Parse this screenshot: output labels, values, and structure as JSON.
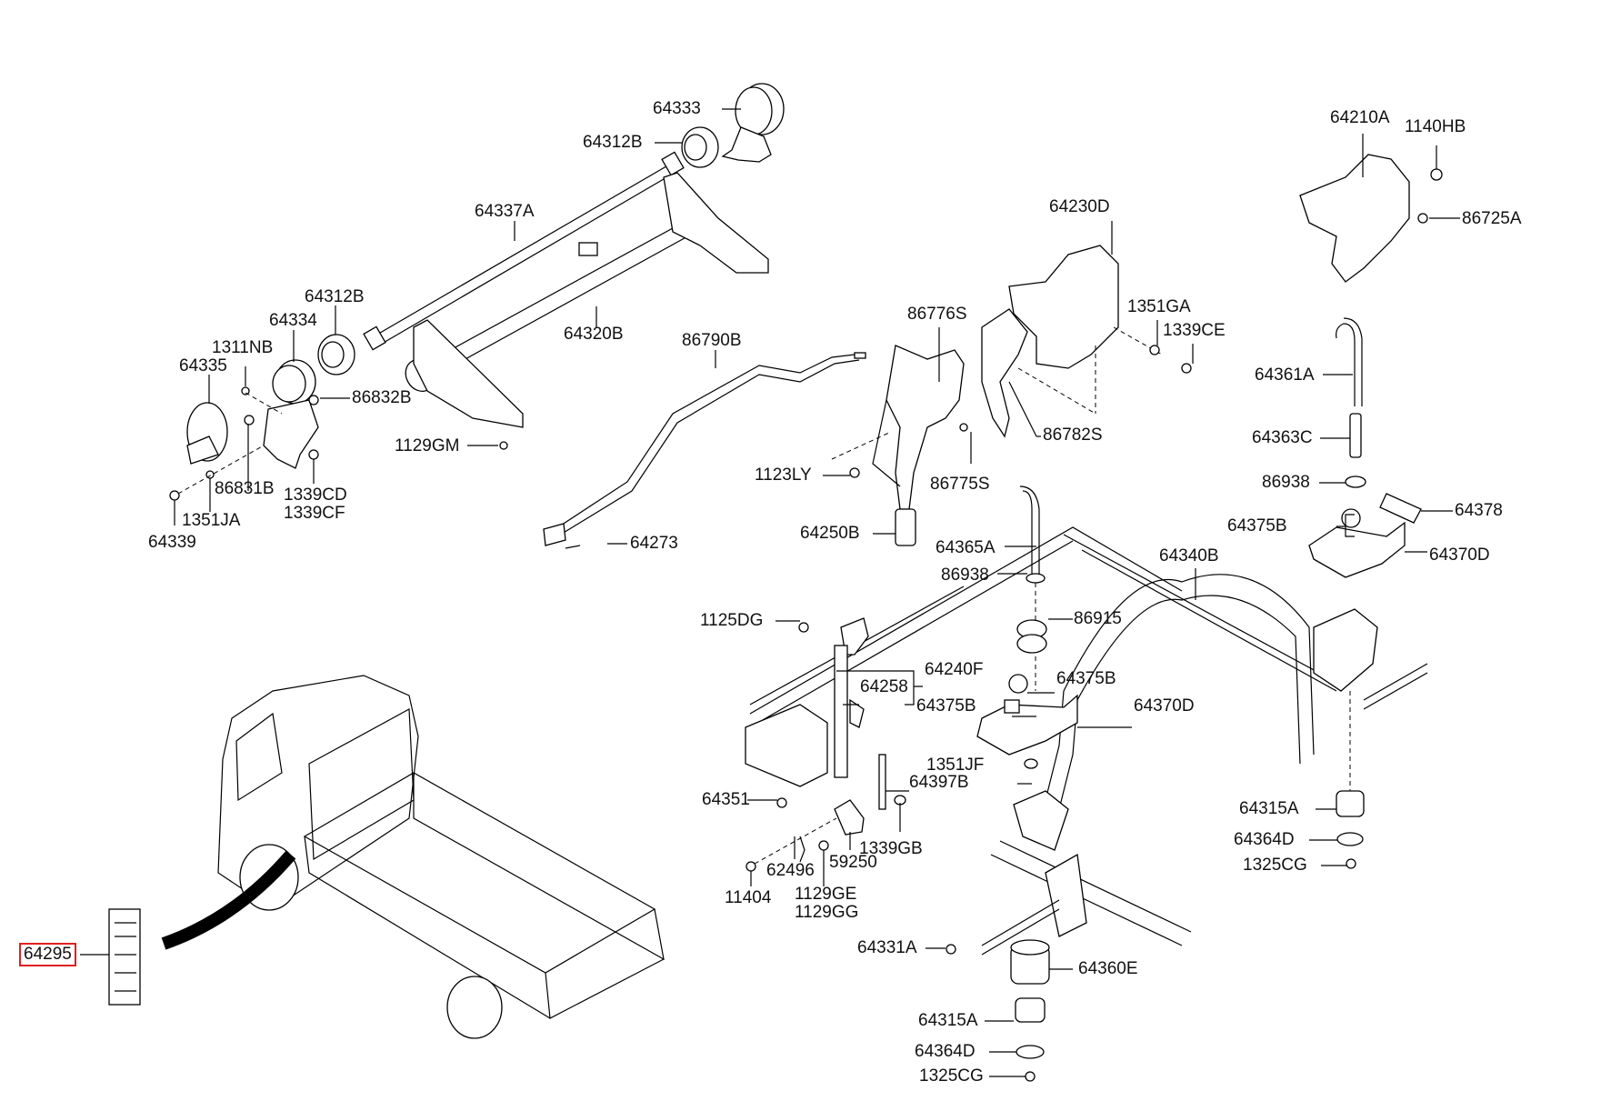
{
  "diagram": {
    "title": "Cab tilt / cab mounting parts diagram",
    "highlighted_part": "64295",
    "highlight_color": "#e02020",
    "groups": {
      "rear_cab_mount": [
        "64333",
        "64312B",
        "64337A",
        "64320B",
        "64312B",
        "64334",
        "1311NB",
        "64335",
        "86832B",
        "1129GM",
        "86831B",
        "1339CD",
        "1339CF",
        "1351JA",
        "64339"
      ],
      "tilt_rod": [
        "86790B",
        "64273"
      ],
      "tilt_lock": [
        "64230D",
        "86776S",
        "1351GA",
        "1339CE",
        "86782S",
        "1123LY",
        "86775S",
        "64250B"
      ],
      "front_lock": [
        "64210A",
        "1140HB",
        "86725A"
      ],
      "stopper": [
        "64361A",
        "64363C",
        "86938",
        "64375B",
        "64378",
        "64370D"
      ],
      "frame": [
        "64365A",
        "86938",
        "64340B",
        "86915",
        "1125DG",
        "64258",
        "64240F",
        "64375B",
        "64375B",
        "64370D",
        "1351JF",
        "64397B",
        "64351",
        "1339GB",
        "62496",
        "59250",
        "11404",
        "1129GE",
        "1129GG",
        "64331A",
        "64360E",
        "64315A",
        "64364D",
        "1325CG",
        "64315A",
        "64364D",
        "1325CG"
      ],
      "label_decal": [
        "64295"
      ]
    },
    "labels": [
      {
        "id": "64333",
        "text": "64333"
      },
      {
        "id": "64312B-top",
        "text": "64312B"
      },
      {
        "id": "64337A",
        "text": "64337A"
      },
      {
        "id": "64312B-mid",
        "text": "64312B"
      },
      {
        "id": "64334",
        "text": "64334"
      },
      {
        "id": "1311NB",
        "text": "1311NB"
      },
      {
        "id": "64335",
        "text": "64335"
      },
      {
        "id": "64320B",
        "text": "64320B"
      },
      {
        "id": "86832B",
        "text": "86832B"
      },
      {
        "id": "1129GM",
        "text": "1129GM"
      },
      {
        "id": "86831B",
        "text": "86831B"
      },
      {
        "id": "1339CD",
        "text": "1339CD"
      },
      {
        "id": "1339CF",
        "text": "1339CF"
      },
      {
        "id": "1351JA",
        "text": "1351JA"
      },
      {
        "id": "64339",
        "text": "64339"
      },
      {
        "id": "86790B",
        "text": "86790B"
      },
      {
        "id": "64273",
        "text": "64273"
      },
      {
        "id": "64230D",
        "text": "64230D"
      },
      {
        "id": "86776S",
        "text": "86776S"
      },
      {
        "id": "1351GA",
        "text": "1351GA"
      },
      {
        "id": "1339CE",
        "text": "1339CE"
      },
      {
        "id": "86782S",
        "text": "86782S"
      },
      {
        "id": "1123LY",
        "text": "1123LY"
      },
      {
        "id": "86775S",
        "text": "86775S"
      },
      {
        "id": "64250B",
        "text": "64250B"
      },
      {
        "id": "64210A",
        "text": "64210A"
      },
      {
        "id": "1140HB",
        "text": "1140HB"
      },
      {
        "id": "86725A",
        "text": "86725A"
      },
      {
        "id": "64361A",
        "text": "64361A"
      },
      {
        "id": "64363C",
        "text": "64363C"
      },
      {
        "id": "86938-right",
        "text": "86938"
      },
      {
        "id": "64375B-right",
        "text": "64375B"
      },
      {
        "id": "64378",
        "text": "64378"
      },
      {
        "id": "64370D-right",
        "text": "64370D"
      },
      {
        "id": "64365A",
        "text": "64365A"
      },
      {
        "id": "86938-mid",
        "text": "86938"
      },
      {
        "id": "64340B",
        "text": "64340B"
      },
      {
        "id": "86915",
        "text": "86915"
      },
      {
        "id": "1125DG",
        "text": "1125DG"
      },
      {
        "id": "64258",
        "text": "64258"
      },
      {
        "id": "64240F",
        "text": "64240F"
      },
      {
        "id": "64375B-mid",
        "text": "64375B"
      },
      {
        "id": "64375B-left",
        "text": "64375B"
      },
      {
        "id": "64370D-mid",
        "text": "64370D"
      },
      {
        "id": "1351JF",
        "text": "1351JF"
      },
      {
        "id": "64397B",
        "text": "64397B"
      },
      {
        "id": "64351",
        "text": "64351"
      },
      {
        "id": "1339GB",
        "text": "1339GB"
      },
      {
        "id": "62496",
        "text": "62496"
      },
      {
        "id": "59250",
        "text": "59250"
      },
      {
        "id": "11404",
        "text": "11404"
      },
      {
        "id": "1129GE",
        "text": "1129GE"
      },
      {
        "id": "1129GG",
        "text": "1129GG"
      },
      {
        "id": "64315A-right",
        "text": "64315A"
      },
      {
        "id": "64364D-right",
        "text": "64364D"
      },
      {
        "id": "1325CG-right",
        "text": "1325CG"
      },
      {
        "id": "64331A",
        "text": "64331A"
      },
      {
        "id": "64360E",
        "text": "64360E"
      },
      {
        "id": "64315A-bottom",
        "text": "64315A"
      },
      {
        "id": "64364D-bottom",
        "text": "64364D"
      },
      {
        "id": "1325CG-bottom",
        "text": "1325CG"
      },
      {
        "id": "64295",
        "text": "64295"
      }
    ]
  }
}
